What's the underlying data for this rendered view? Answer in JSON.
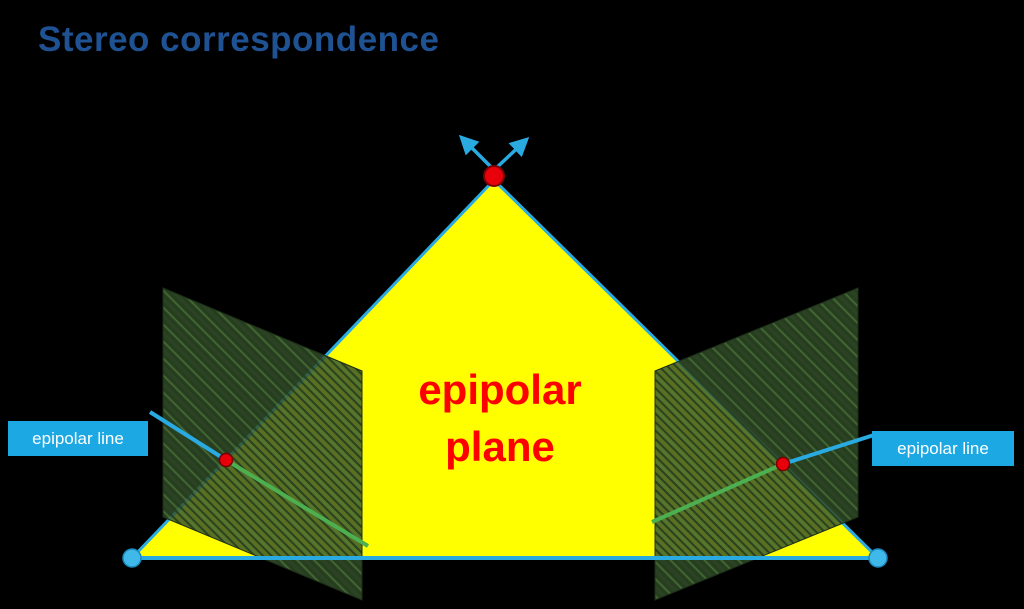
{
  "title": "Stereo correspondence",
  "labels": {
    "plane_line1": "epipolar",
    "plane_line2": "plane",
    "left_epipolar": "epipolar line",
    "right_epipolar": "epipolar line"
  },
  "colors": {
    "background": "#000000",
    "title_blue": "#1F5293",
    "plane_yellow": "#FFFF00",
    "edge_cyan": "#29ABE2",
    "label_box_cyan": "#1CA8E3",
    "label_text": "#FFFFFF",
    "plane_text_red": "#FF0000",
    "point_red": "#E8000B",
    "camera_dot_cyan": "#3FB9EA",
    "image_plane_green": "#35502B",
    "epipolar_line_green": "#4CAF50"
  }
}
